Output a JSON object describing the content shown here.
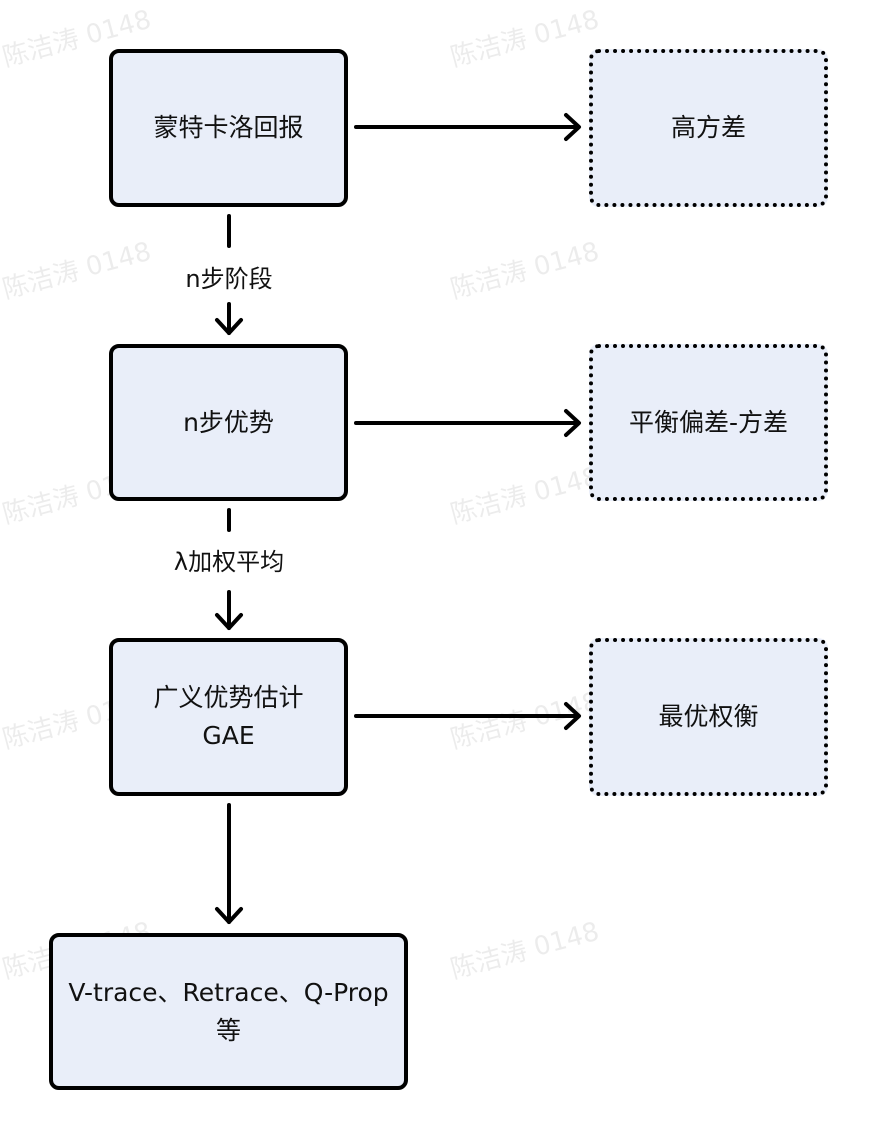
{
  "nodes": {
    "mc_return": "蒙特卡洛回报",
    "high_variance": "高方差",
    "nstep_advantage": "n步优势",
    "bias_variance": "平衡偏差-方差",
    "gae_line1": "广义优势估计",
    "gae_line2": "GAE",
    "optimal_tradeoff": "最优权衡",
    "others_line1": "V-trace、Retrace、Q-Prop",
    "others_line2": "等"
  },
  "edges": {
    "nstep_stage": "n步阶段",
    "lambda_weighted": "λ加权平均"
  },
  "watermark": "陈洁涛 0148",
  "colors": {
    "node_fill": "#e9eef9",
    "border": "#000000"
  }
}
